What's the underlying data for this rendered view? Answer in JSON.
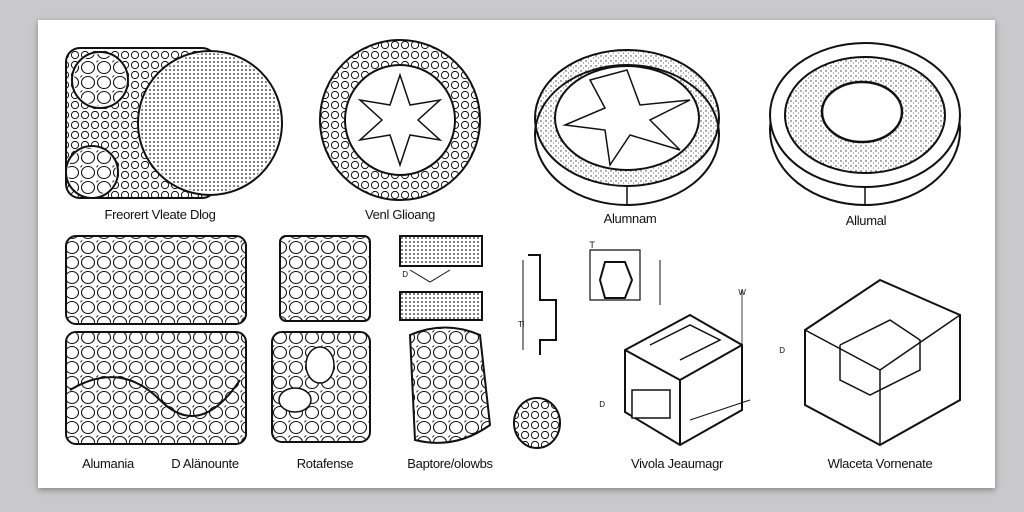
{
  "top_labels": [
    "Freorert Vleate Dlog",
    "Venl Glioang",
    "Alumnam",
    "Allumal"
  ],
  "bottom_labels": [
    "Alumania",
    "D Alänounte",
    "Rotafense",
    "Baptore/olowbs",
    "Vivola Jeaumagr",
    "Wlaceta Vornenate"
  ],
  "dimension_marks": [
    "T",
    "D",
    "Tl",
    "D",
    "D",
    "W"
  ],
  "colors": {
    "background": "#c9c9cc",
    "card": "#ffffff",
    "ink": "#111111"
  }
}
